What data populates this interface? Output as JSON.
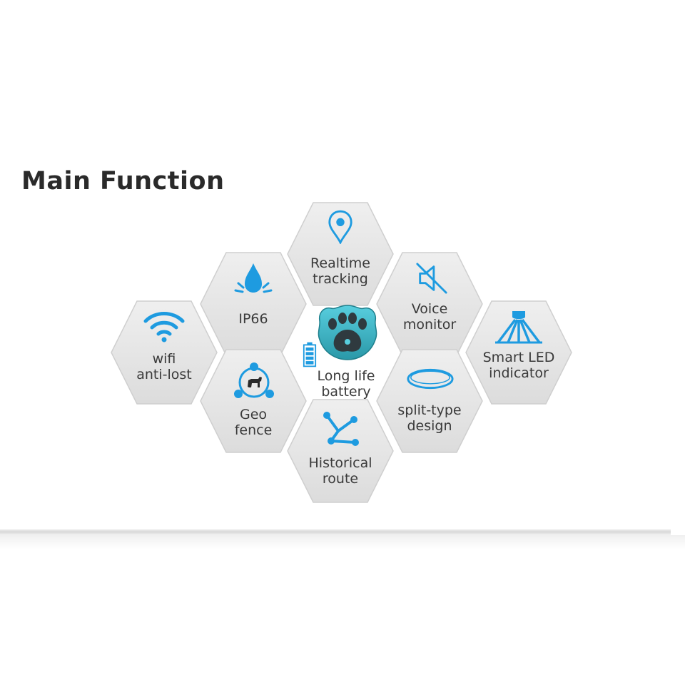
{
  "title": "Main Function",
  "colors": {
    "accent": "#1e9be0",
    "device": "#3ab7c7",
    "hex_fill": "#e6e6e6",
    "text": "#3a3a3a"
  },
  "features": [
    {
      "id": "realtime",
      "icon": "location-pin-icon",
      "lines": [
        "Realtime",
        "tracking"
      ]
    },
    {
      "id": "ip66",
      "icon": "water-drop-icon",
      "lines": [
        "IP66"
      ]
    },
    {
      "id": "voice",
      "icon": "speaker-muted-icon",
      "lines": [
        "Voice",
        "monitor"
      ]
    },
    {
      "id": "wifi",
      "icon": "wifi-icon",
      "lines": [
        "wifi",
        "anti-lost"
      ]
    },
    {
      "id": "battery",
      "icon": "battery-icon",
      "lines": [
        "Long life",
        "battery"
      ]
    },
    {
      "id": "led",
      "icon": "led-light-icon",
      "lines": [
        "Smart LED",
        "indicator"
      ]
    },
    {
      "id": "geo",
      "icon": "geo-fence-icon",
      "lines": [
        "Geo",
        "fence"
      ]
    },
    {
      "id": "split",
      "icon": "ring-icon",
      "lines": [
        "split-type",
        "design"
      ]
    },
    {
      "id": "route",
      "icon": "route-icon",
      "lines": [
        "Historical",
        "route"
      ]
    }
  ]
}
